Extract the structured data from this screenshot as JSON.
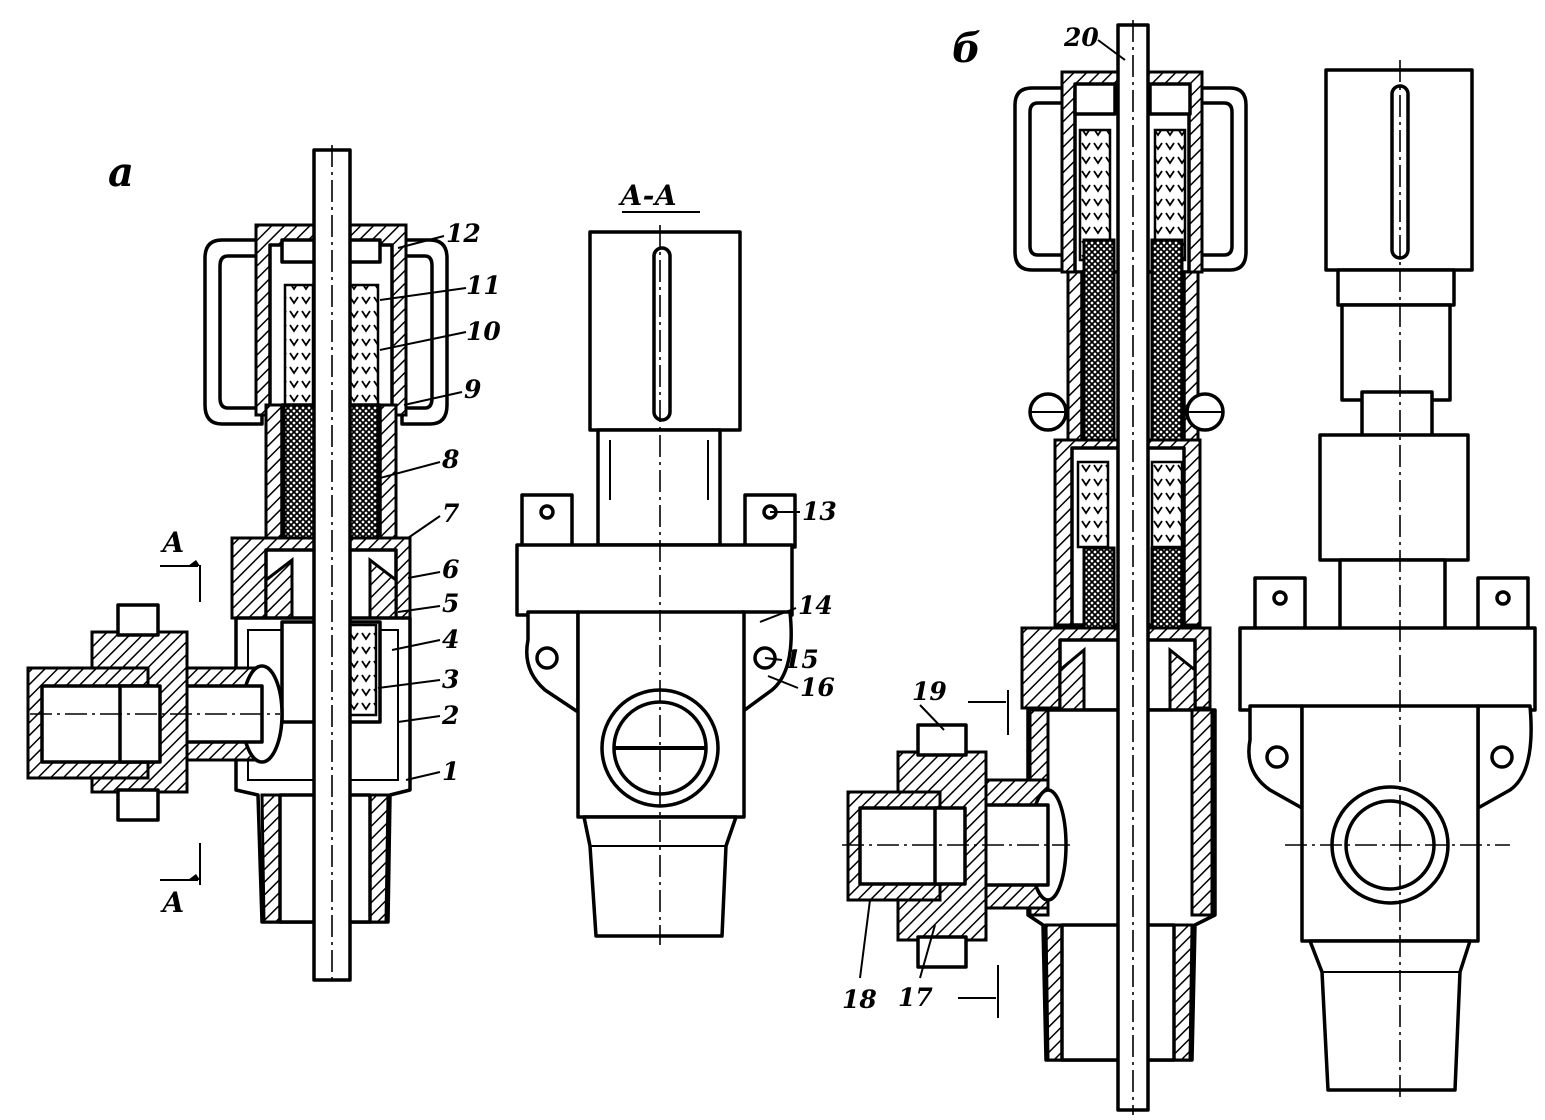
{
  "views": {
    "a": {
      "caption": "а"
    },
    "b": {
      "caption": "б"
    },
    "section": {
      "caption": "А-А"
    }
  },
  "section_markers": {
    "arrow_label": "А"
  },
  "parts": [
    {
      "num": "1"
    },
    {
      "num": "2"
    },
    {
      "num": "3"
    },
    {
      "num": "4"
    },
    {
      "num": "5"
    },
    {
      "num": "6"
    },
    {
      "num": "7"
    },
    {
      "num": "8"
    },
    {
      "num": "9"
    },
    {
      "num": "10"
    },
    {
      "num": "11"
    },
    {
      "num": "12"
    },
    {
      "num": "13"
    },
    {
      "num": "14"
    },
    {
      "num": "15"
    },
    {
      "num": "16"
    },
    {
      "num": "17"
    },
    {
      "num": "18"
    },
    {
      "num": "19"
    },
    {
      "num": "20"
    }
  ],
  "colors": {
    "ink": "#000000",
    "paper": "#ffffff"
  }
}
